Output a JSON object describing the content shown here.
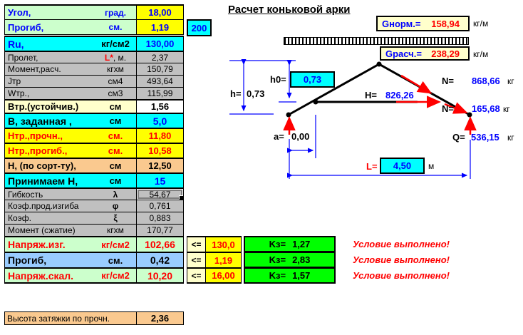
{
  "title": "Расчет коньковой арки",
  "colors": {
    "input_label_bg": "#CCFFCC",
    "input_value_bg": "#FFFF00",
    "given_bg": "#00FFFF",
    "calc_bg": "#C0C0C0",
    "cream_bg": "#FFFFCC",
    "sortament_bg": "#FAC98F",
    "deflection_bg": "#99CCFF",
    "kz_bg": "#00FF00",
    "accent_blue": "#0000FF",
    "accent_red": "#FF0000"
  },
  "table": {
    "rows": [
      {
        "name": "Угол,",
        "unit": "град.",
        "value": "18,00",
        "style": "input"
      },
      {
        "name": "Прогиб,",
        "unit": "см.",
        "value": "1,19",
        "style": "input",
        "extra": "200"
      },
      {
        "name": "Ru,",
        "unit": "кг/см2",
        "value": "130,00",
        "style": "ru"
      },
      {
        "name": "Пролет,",
        "unit_red": "L*",
        "unit": ", м.",
        "value": "2,37",
        "style": "gray"
      },
      {
        "name": "Момент,расч.",
        "unit": "кгхм",
        "value": "150,79",
        "style": "gray"
      },
      {
        "name": "Jтр",
        "unit": "см4",
        "value": "493,64",
        "style": "gray"
      },
      {
        "name": "Wтр.,",
        "unit": "см3",
        "value": "115,99",
        "style": "gray"
      },
      {
        "name": "Втр.(устойчив.)",
        "unit": "см",
        "value": "1,56",
        "style": "cream"
      },
      {
        "name": "В, заданная ,",
        "unit": "см",
        "value": "5,0",
        "style": "cyan"
      },
      {
        "name": "Нтр.,прочн.,",
        "unit": "см.",
        "value": "11,80",
        "style": "yellow"
      },
      {
        "name": "Нтр.,прогиб.,",
        "unit": "см.",
        "value": "10,58",
        "style": "yellow"
      },
      {
        "name": "Н, (по сорт-ту),",
        "unit": "см",
        "value": "12,50",
        "style": "peach"
      },
      {
        "name": "Принимаем  Н,",
        "unit": "см",
        "value": "15",
        "style": "cyan"
      },
      {
        "name": "Гибкость",
        "unit": "λ",
        "value": "54,67",
        "style": "gray",
        "unit_bold": true,
        "selected": true
      },
      {
        "name": "Коэф.прод.изгиба",
        "unit": "φ",
        "value": "0,761",
        "style": "gray",
        "unit_bold": true
      },
      {
        "name": "Коэф.",
        "unit": "ξ",
        "value": "0,883",
        "style": "gray",
        "unit_bold": true
      },
      {
        "name": "Момент (сжатие)",
        "unit": "кгхм",
        "value": "170,77",
        "style": "gray"
      }
    ],
    "checks": [
      {
        "label": "Напряж.изг.",
        "unit": "кг/см2",
        "value": "102,66",
        "cmp": "<=",
        "limit": "130,0",
        "kz_label": "Kз=",
        "kz_value": "1,27",
        "status": "Условие выполнено!",
        "style": "green"
      },
      {
        "label": "Прогиб,",
        "unit": "см.",
        "value": "0,42",
        "cmp": "<=",
        "limit": "1,19",
        "kz_label": "Kз=",
        "kz_value": "2,83",
        "status": "Условие выполнено!",
        "style": "blue"
      },
      {
        "label": "Напряж.скал.",
        "unit": "кг/см2",
        "value": "10,20",
        "cmp": "<=",
        "limit": "16,00",
        "kz_label": "Kз=",
        "kz_value": "1,57",
        "status": "Условие выполнено!",
        "style": "green"
      }
    ],
    "footer": {
      "label": "Высота затяжки по прочн.",
      "value": "2,36"
    }
  },
  "diagram": {
    "g_norm_label": "Gнорм.=",
    "g_norm_value": "158,94",
    "g_norm_unit": "кг/м",
    "g_calc_label": "Gрасч.=",
    "g_calc_value": "238,29",
    "g_calc_unit": "кг/м",
    "h0_label": "h0=",
    "h0_value": "0,73",
    "h_label": "h=",
    "h_value": "0,73",
    "H_label": "H=",
    "H_value": "826,26",
    "N1_label": "N=",
    "N1_value": "868,66",
    "N1_unit": "кг",
    "N2_label": "N=",
    "N2_value": "165,68",
    "N2_unit": "кг",
    "a_label": "a=",
    "a_value": "0,00",
    "Q_label": "Q=",
    "Q_value": "536,15",
    "Q_unit": "кг",
    "L_label": "L=",
    "L_value": "4,50",
    "L_unit": "м"
  }
}
